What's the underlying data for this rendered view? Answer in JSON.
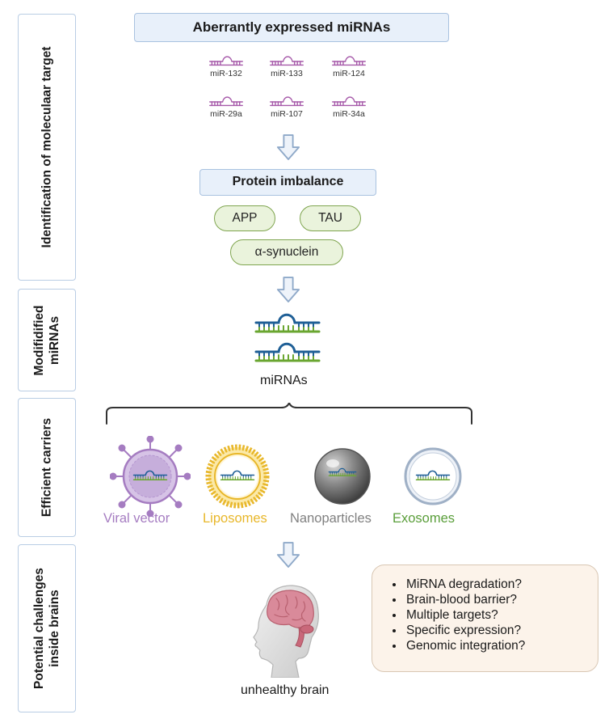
{
  "side_labels": {
    "identification": "Identification of moleculaar target",
    "modified": "Modifidified miRNAs",
    "carriers": "Efficient carriers",
    "challenges": "Potential challenges inside brains"
  },
  "aberrant_header": "Aberrantly expressed miRNAs",
  "mirnas": [
    "miR-132",
    "miR-133",
    "miR-124",
    "miR-29a",
    "miR-107",
    "miR-34a"
  ],
  "protein_header": "Protein imbalance",
  "proteins": {
    "app": "APP",
    "tau": "TAU",
    "synuclein": "α-synuclein"
  },
  "modified_label": "miRNAs",
  "carriers": [
    {
      "label": "Viral vector",
      "color": "#a57cc1"
    },
    {
      "label": "Liposomes",
      "color": "#e8b72a"
    },
    {
      "label": "Nanoparticles",
      "color": "#808080"
    },
    {
      "label": "Exosomes",
      "color": "#5a9e3a"
    }
  ],
  "brain_label": "unhealthy brain",
  "challenges": [
    "MiRNA degradation?",
    "Brain-blood barrier?",
    "Multiple targets?",
    "Specific expression?",
    "Genomic integration?"
  ],
  "colors": {
    "mirna_small": "#a659a9",
    "mirna_blue": "#1f5f96",
    "mirna_green": "#6aa631",
    "arrow_stroke": "#8fa9c9",
    "arrow_fill": "#eef3fa"
  },
  "icons": [
    "arrow-down-icon",
    "mirna-icon",
    "viral-vector-icon",
    "liposome-icon",
    "nanoparticle-icon",
    "exosome-icon",
    "brain-head-icon",
    "brace-icon"
  ]
}
